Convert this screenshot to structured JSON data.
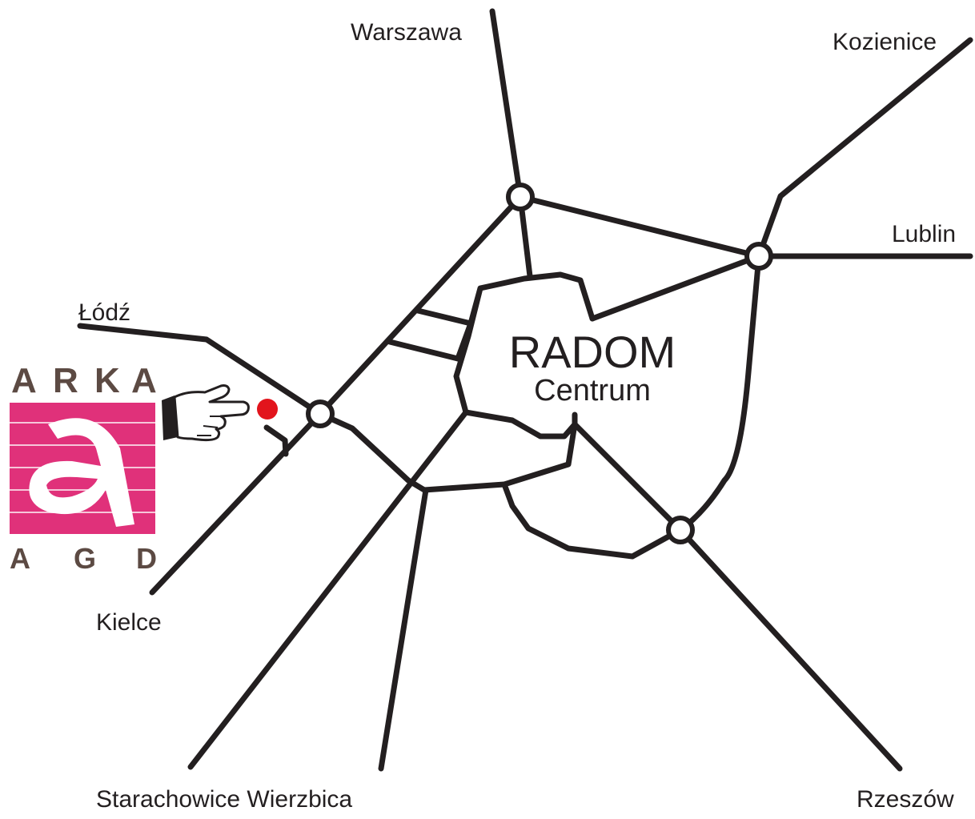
{
  "map": {
    "center": {
      "title": "RADOM",
      "subtitle": "Centrum"
    },
    "destinations": {
      "warszawa": "Warszawa",
      "kozienice": "Kozienice",
      "lublin": "Lublin",
      "lodz": "Łódź",
      "kielce": "Kielce",
      "starachowice_wierzbica": "Starachowice Wierzbica",
      "rzeszow": "Rzeszów"
    },
    "colors": {
      "road": "#231f20",
      "marker": "#e2141c",
      "logo_pink": "#e0317a",
      "logo_letters": "#5c4a43"
    }
  },
  "logo": {
    "top_letters": [
      "A",
      "R",
      "K",
      "A"
    ],
    "bottom_letters": [
      "A",
      "G",
      "D"
    ],
    "pointer_icon": "pointing-hand-icon",
    "marker_icon": "location-dot-icon"
  }
}
